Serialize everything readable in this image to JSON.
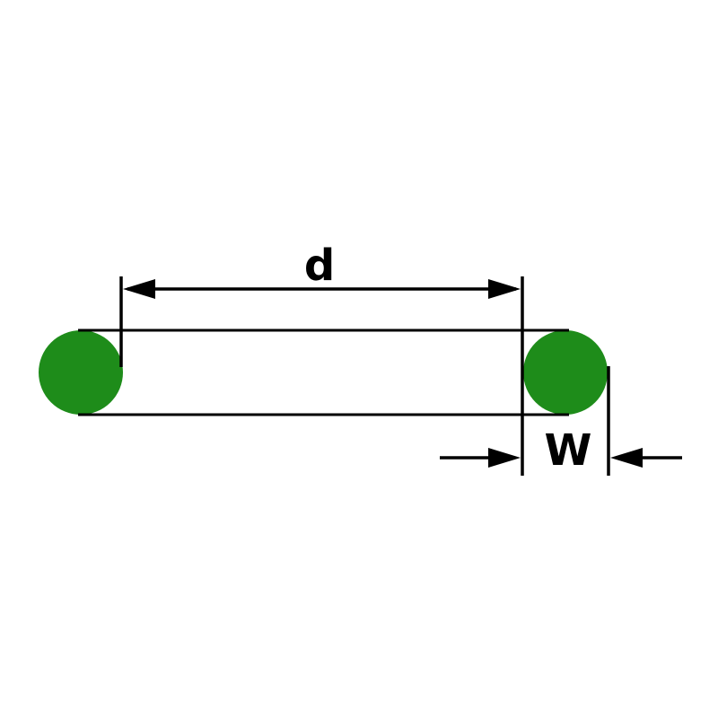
{
  "diagram": {
    "type": "o-ring-cross-section-dimension-drawing",
    "labels": {
      "inner_diameter": "d",
      "cross_section_width": "W"
    },
    "colors": {
      "oring_green": "#1e8c1a",
      "line_black": "#000000",
      "background": "#ffffff"
    }
  }
}
